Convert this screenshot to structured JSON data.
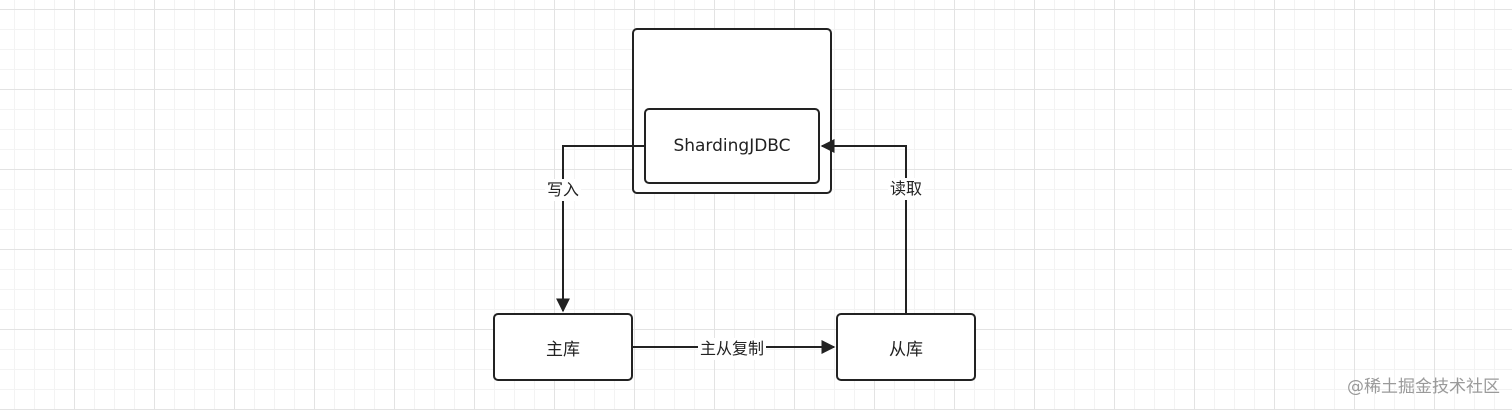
{
  "diagram": {
    "nodes": {
      "app_container": "",
      "sharding": "ShardingJDBC",
      "master": "主库",
      "slave": "从库"
    },
    "edges": {
      "write": "写入",
      "read": "读取",
      "replicate": "主从复制"
    }
  },
  "watermark": "@稀土掘金技术社区",
  "colors": {
    "stroke": "#222222",
    "grid": "#e3e3e3",
    "watermark": "#9a9a9a"
  }
}
